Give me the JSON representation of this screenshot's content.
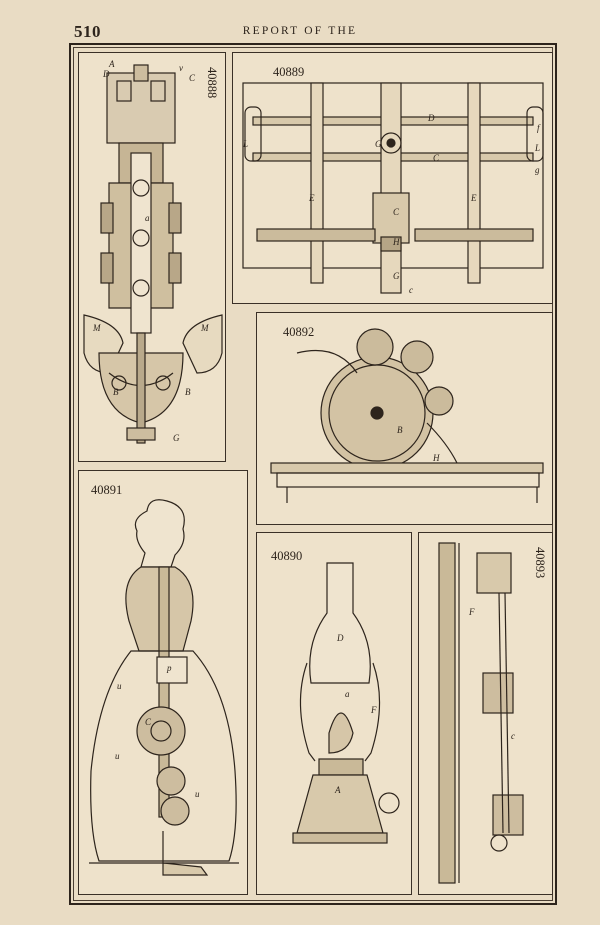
{
  "page_header": {
    "page_number": "510",
    "running_head": "REPORT OF THE"
  },
  "panels": {
    "p40888": {
      "number": "40888",
      "labels": {
        "A": "A",
        "D": "D",
        "v": "v",
        "C": "C",
        "a": "a",
        "M1": "M",
        "M2": "M",
        "B1": "B",
        "B2": "B",
        "G": "G"
      }
    },
    "p40889": {
      "number": "40889",
      "labels": {
        "D": "D",
        "G": "G",
        "C": "C",
        "E1": "E",
        "E2": "E",
        "Cb": "C",
        "H": "H",
        "Gb": "G",
        "c": "c",
        "L1": "L",
        "L2": "L",
        "f": "f",
        "g": "g"
      }
    },
    "p40892": {
      "number": "40892",
      "labels": {
        "B": "B",
        "H": "H"
      }
    },
    "p40891": {
      "number": "40891",
      "labels": {
        "p": "p",
        "u1": "u",
        "C": "C",
        "u2": "u",
        "u3": "u"
      }
    },
    "p40890": {
      "number": "40890",
      "labels": {
        "D": "D",
        "a": "a",
        "F": "F",
        "A": "A"
      }
    },
    "p40893": {
      "number": "40893",
      "labels": {
        "F": "F",
        "c": "c"
      }
    }
  }
}
